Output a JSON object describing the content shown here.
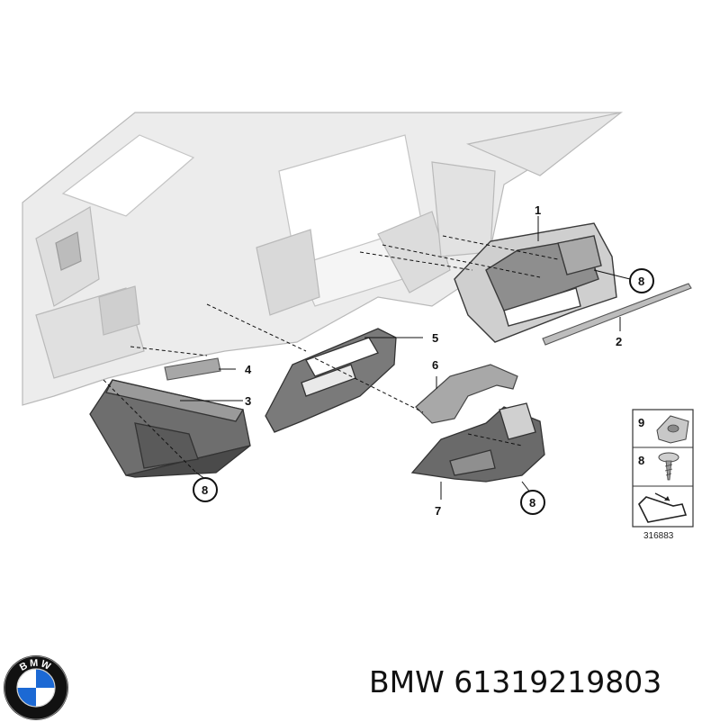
{
  "callouts": {
    "c1": "1",
    "c2": "2",
    "c3": "3",
    "c4": "4",
    "c5": "5",
    "c6": "6",
    "c7": "7",
    "c8a": "8",
    "c8b": "8",
    "c8c": "8"
  },
  "legend": {
    "row1": "9",
    "row2": "8"
  },
  "diagram_id": "316883",
  "logo": {
    "text": "BMW",
    "colors": {
      "blue": "#1c69d4",
      "ring": "#111111",
      "white": "#ffffff"
    }
  },
  "caption": {
    "brand": "BMW",
    "part_number": "61319219803"
  }
}
